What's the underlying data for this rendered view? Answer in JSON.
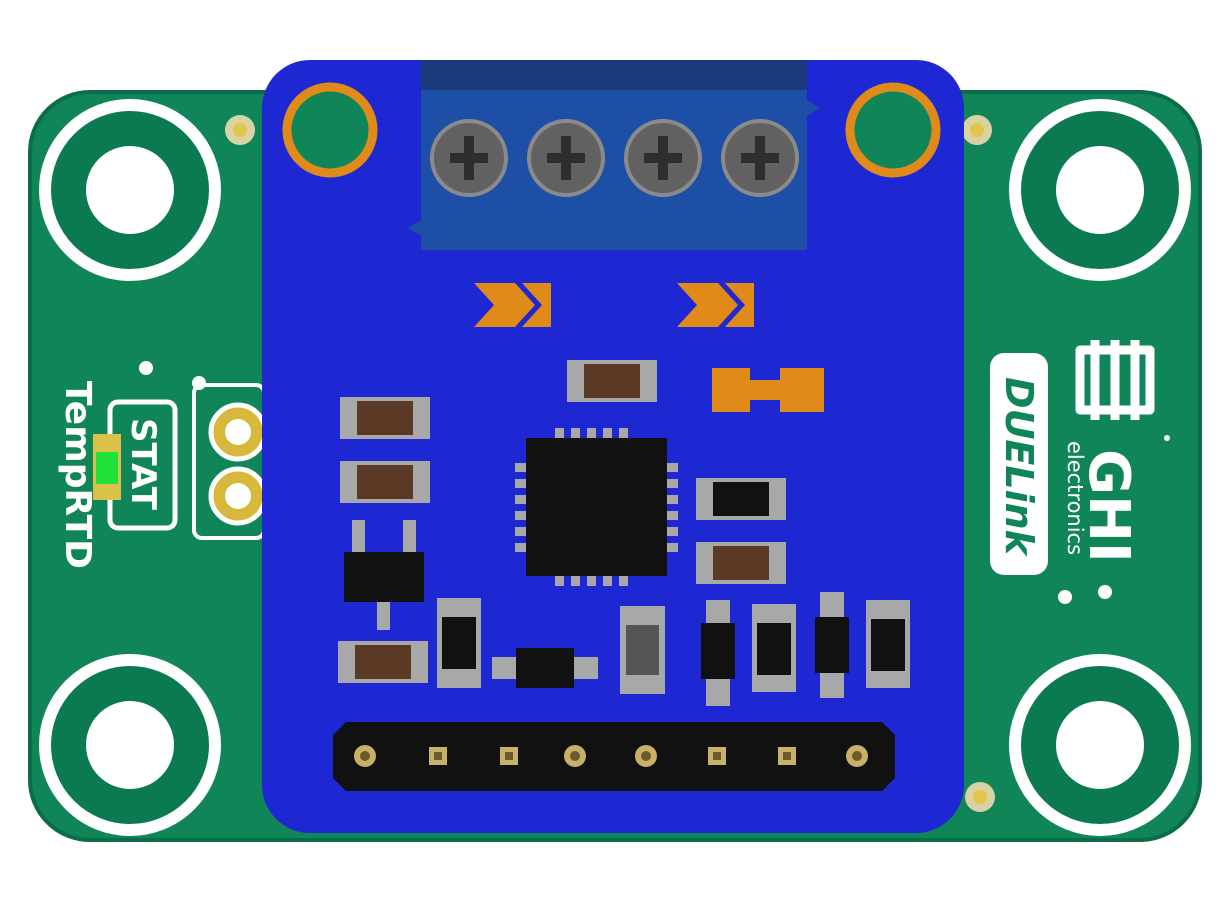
{
  "board": {
    "model_label": "TempRTD",
    "status_label": "STAT",
    "logo_word": "GHI",
    "logo_sub": "electronics",
    "brand_label": "DUELink"
  },
  "colors": {
    "base_pcb": "#0f8558",
    "base_pcb_edge": "#0b6d47",
    "module_pcb": "#1e28d2",
    "terminal_block": "#1e4fa7",
    "pad_gold": "#e08a1a",
    "silkscreen": "#ffffff",
    "led_green": "#22e03a"
  }
}
